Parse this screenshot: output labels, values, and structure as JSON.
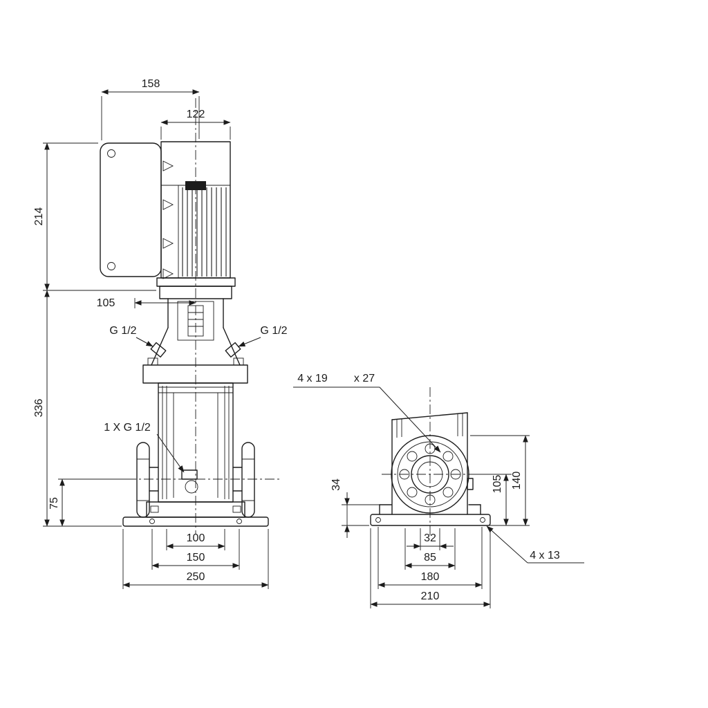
{
  "drawing": {
    "type": "pump-dimensional-drawing",
    "line_color": "#1c1c1c",
    "background": "#ffffff"
  },
  "front_view": {
    "dims": {
      "width_top": "158",
      "motor_width": "122",
      "motor_height": "214",
      "head_depth": "105",
      "pump_height": "336",
      "port_height": "75",
      "flange_spacing": "100",
      "base_hole_spacing": "150",
      "base_width": "250"
    },
    "labels": {
      "plug_left": "G 1/2",
      "plug_right": "G 1/2",
      "drain": "1 X G 1/2"
    }
  },
  "side_view": {
    "dims": {
      "port_center_height": "105",
      "flange_top_height": "140",
      "foot_height": "34",
      "port_bore": "32",
      "bolt_circle": "85",
      "base_hole_spacing": "180",
      "base_length": "210"
    },
    "labels": {
      "flange_holes": "4 x 19",
      "flange_holes_counterbore": "x 27",
      "base_holes": "4 x 13"
    }
  }
}
